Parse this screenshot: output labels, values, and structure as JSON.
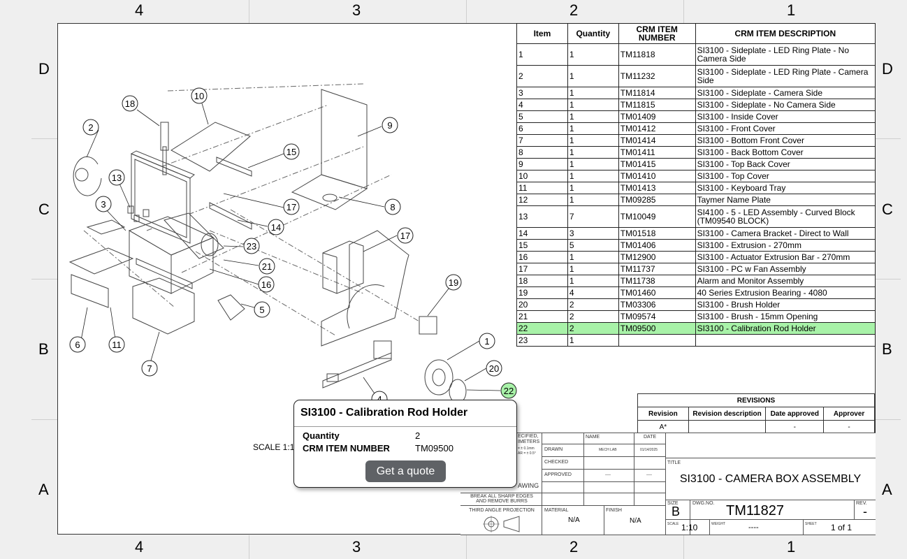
{
  "zones": {
    "columns": [
      "4",
      "3",
      "2",
      "1"
    ],
    "rows": [
      "D",
      "C",
      "B",
      "A"
    ]
  },
  "bom": {
    "headers": {
      "item": "Item",
      "quantity": "Quantity",
      "number": "CRM ITEM NUMBER",
      "description": "CRM ITEM DESCRIPTION"
    },
    "rows": [
      {
        "item": "1",
        "qty": "1",
        "number": "TM11818",
        "desc": "SI3100 - Sideplate - LED Ring Plate - No Camera Side"
      },
      {
        "item": "2",
        "qty": "1",
        "number": "TM11232",
        "desc": "SI3100 - Sideplate - LED Ring Plate - Camera Side"
      },
      {
        "item": "3",
        "qty": "1",
        "number": "TM11814",
        "desc": "SI3100 - Sideplate - Camera Side"
      },
      {
        "item": "4",
        "qty": "1",
        "number": "TM11815",
        "desc": "SI3100 - Sideplate - No Camera Side"
      },
      {
        "item": "5",
        "qty": "1",
        "number": "TM01409",
        "desc": "SI3100 - Inside Cover"
      },
      {
        "item": "6",
        "qty": "1",
        "number": "TM01412",
        "desc": "SI3100 - Front Cover"
      },
      {
        "item": "7",
        "qty": "1",
        "number": "TM01414",
        "desc": "SI3100 - Bottom Front Cover"
      },
      {
        "item": "8",
        "qty": "1",
        "number": "TM01411",
        "desc": "SI3100 - Back Bottom Cover"
      },
      {
        "item": "9",
        "qty": "1",
        "number": "TM01415",
        "desc": "SI3100 - Top Back Cover"
      },
      {
        "item": "10",
        "qty": "1",
        "number": "TM01410",
        "desc": "SI3100 - Top Cover"
      },
      {
        "item": "11",
        "qty": "1",
        "number": "TM01413",
        "desc": "SI3100 - Keyboard Tray"
      },
      {
        "item": "12",
        "qty": "1",
        "number": "TM09285",
        "desc": "Taymer Name Plate"
      },
      {
        "item": "13",
        "qty": "7",
        "number": "TM10049",
        "desc": "SI4100 - 5 - LED Assembly - Curved Block (TM09540 BLOCK)"
      },
      {
        "item": "14",
        "qty": "3",
        "number": "TM01518",
        "desc": "SI3100 - Camera Bracket - Direct to Wall"
      },
      {
        "item": "15",
        "qty": "5",
        "number": "TM01406",
        "desc": "SI3100 - Extrusion - 270mm"
      },
      {
        "item": "16",
        "qty": "1",
        "number": "TM12900",
        "desc": "SI3100 - Actuator Extrusion Bar - 270mm"
      },
      {
        "item": "17",
        "qty": "1",
        "number": "TM11737",
        "desc": "SI3100 - PC w Fan Assembly"
      },
      {
        "item": "18",
        "qty": "1",
        "number": "TM11738",
        "desc": "Alarm and Monitor Assembly"
      },
      {
        "item": "19",
        "qty": "4",
        "number": "TM01460",
        "desc": "40 Series Extrusion Bearing - 4080"
      },
      {
        "item": "20",
        "qty": "2",
        "number": "TM03306",
        "desc": "SI3100 - Brush Holder"
      },
      {
        "item": "21",
        "qty": "2",
        "number": "TM09574",
        "desc": "SI3100 - Brush - 15mm Opening"
      },
      {
        "item": "22",
        "qty": "2",
        "number": "TM09500",
        "desc": "SI3100 - Calibration Rod Holder"
      },
      {
        "item": "23",
        "qty": "1",
        "number": "",
        "desc": ""
      }
    ]
  },
  "balloons": [
    "1",
    "2",
    "3",
    "4",
    "5",
    "6",
    "7",
    "8",
    "9",
    "10",
    "11",
    "13",
    "14",
    "15",
    "16",
    "17",
    "18",
    "19",
    "20",
    "21",
    "22",
    "23"
  ],
  "highlight_color": "#a8f2a8",
  "scale_note": "SCALE 1:1",
  "revisions": {
    "title": "REVISIONS",
    "headers": [
      "Revision",
      "Revision description",
      "Date approved",
      "Approver"
    ],
    "row": [
      "A*",
      "",
      "-",
      "-"
    ]
  },
  "title_block": {
    "unless_specified": "ECIFIED,",
    "in_millimeters": "IMETERS",
    "tol_linear": "= ± 0.1mm",
    "tol_angular": "AR = ± 0.5°",
    "name_header": "NAME",
    "date_header": "DATE",
    "drawn_label": "DRAWN",
    "drawn_name": "MECH LAB",
    "drawn_date": "01/14/2025",
    "checked_label": "CHECKED",
    "approved_label": "APPROVED",
    "approved_name": "----",
    "approved_date": "----",
    "drawing_note": "AWING",
    "edges_note": "BREAK ALL SHARP EDGES AND REMOVE BURRS",
    "projection": "THIRD ANGLE PROJECTION",
    "material_label": "MATERIAL",
    "material": "N/A",
    "finish_label": "FINISH",
    "finish": "N/A",
    "title_label": "TITLE",
    "title": "SI3100 - CAMERA BOX ASSEMBLY",
    "size_label": "SIZE",
    "size": "B",
    "dwg_label": "DWG.NO.",
    "dwg": "TM11827",
    "rev_label": "REV.",
    "rev": "-",
    "scale_label": "SCALE",
    "scale": "1:10",
    "weight_label": "WEIGHT",
    "weight": "----",
    "sheet_label": "SHEET",
    "sheet": "1 of 1"
  },
  "popup": {
    "title": "SI3100 - Calibration Rod Holder",
    "quantity_label": "Quantity",
    "quantity": "2",
    "number_label": "CRM ITEM NUMBER",
    "number": "TM09500",
    "button": "Get a quote"
  }
}
